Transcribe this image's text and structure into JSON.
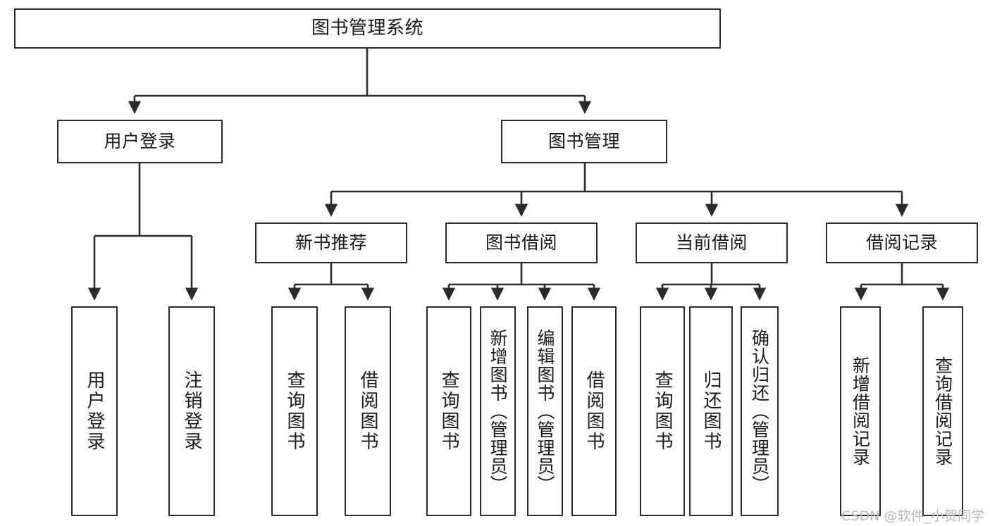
{
  "diagram": {
    "title": "图书管理系统",
    "type": "hierarchy-tree",
    "root": {
      "id": "root",
      "label": "图书管理系统"
    },
    "level2": [
      {
        "id": "user-login",
        "label": "用户登录"
      },
      {
        "id": "book-manage",
        "label": "图书管理"
      }
    ],
    "level3": [
      {
        "id": "new-book-recommend",
        "label": "新书推荐"
      },
      {
        "id": "book-borrow",
        "label": "图书借阅"
      },
      {
        "id": "current-borrow",
        "label": "当前借阅"
      },
      {
        "id": "borrow-record",
        "label": "借阅记录"
      }
    ],
    "leaves": [
      {
        "id": "leaf-user-login",
        "label": "用户登录",
        "parent": "user-login"
      },
      {
        "id": "leaf-logout",
        "label": "注销登录",
        "parent": "user-login"
      },
      {
        "id": "leaf-query-book-1",
        "label": "查询图书",
        "parent": "new-book-recommend"
      },
      {
        "id": "leaf-borrow-book-1",
        "label": "借阅图书",
        "parent": "new-book-recommend"
      },
      {
        "id": "leaf-query-book-2",
        "label": "查询图书",
        "parent": "book-borrow"
      },
      {
        "id": "leaf-add-book",
        "label": "新增图书（管理员）",
        "parent": "book-borrow"
      },
      {
        "id": "leaf-edit-book",
        "label": "编辑图书（管理员）",
        "parent": "book-borrow"
      },
      {
        "id": "leaf-borrow-book-2",
        "label": "借阅图书",
        "parent": "book-borrow"
      },
      {
        "id": "leaf-query-book-3",
        "label": "查询图书",
        "parent": "current-borrow"
      },
      {
        "id": "leaf-return-book",
        "label": "归还图书",
        "parent": "current-borrow"
      },
      {
        "id": "leaf-confirm-return",
        "label": "确认归还（管理员）",
        "parent": "current-borrow"
      },
      {
        "id": "leaf-add-record",
        "label": "新增借阅记录",
        "parent": "borrow-record"
      },
      {
        "id": "leaf-query-record",
        "label": "查询借阅记录",
        "parent": "borrow-record"
      }
    ]
  },
  "watermark": {
    "text": "CSDN @软件_小贺同学"
  },
  "colors": {
    "stroke": "#2b2b2b",
    "fill": "#ffffff",
    "text": "#1a1a1a",
    "watermark": "#b9b9b9"
  }
}
